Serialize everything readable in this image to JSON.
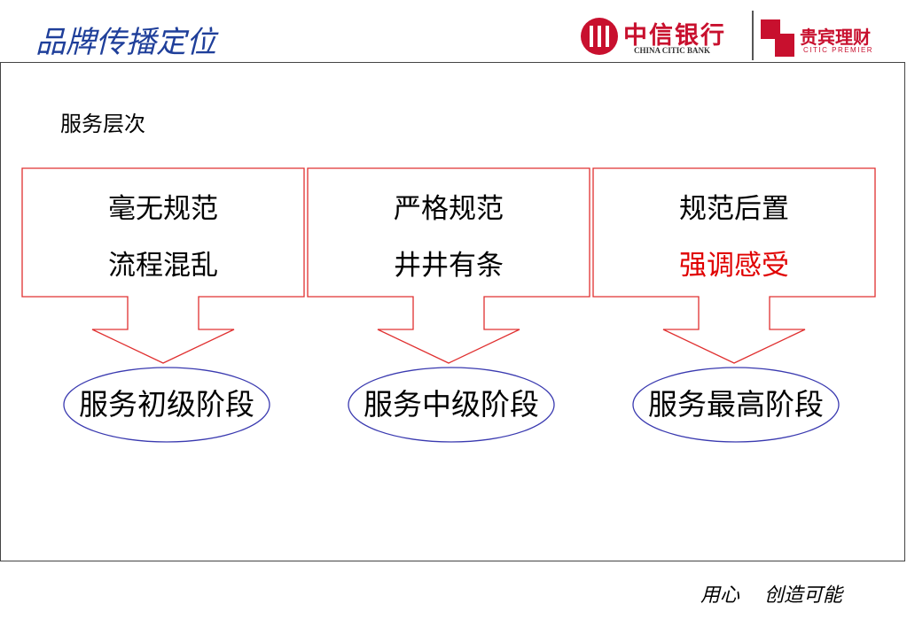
{
  "header": {
    "title": "品牌传播定位",
    "citic_logo": {
      "cn": "中信银行",
      "en": "CHINA CITIC BANK",
      "icon": "citic-emblem-icon"
    },
    "premier_logo": {
      "cn": "贵宾理财",
      "en": "CITIC PREMIER",
      "icon": "citic-premier-icon"
    }
  },
  "content": {
    "section_label": "服务层次",
    "columns": [
      {
        "line1": "毫无规范",
        "line2": "流程混乱",
        "stage": "服务初级阶段",
        "line2_highlight": false
      },
      {
        "line1": "严格规范",
        "line2": "井井有条",
        "stage": "服务中级阶段",
        "line2_highlight": false
      },
      {
        "line1": "规范后置",
        "line2": "强调感受",
        "stage": "服务最高阶段",
        "line2_highlight": true
      }
    ]
  },
  "footer": {
    "slogan": "用心    创造可能"
  },
  "colors": {
    "title": "#1f3f9a",
    "arrow_stroke": "#e03030",
    "ellipse_stroke": "#3a3ab0",
    "highlight": "#e00000",
    "brand_red": "#c8102e"
  }
}
